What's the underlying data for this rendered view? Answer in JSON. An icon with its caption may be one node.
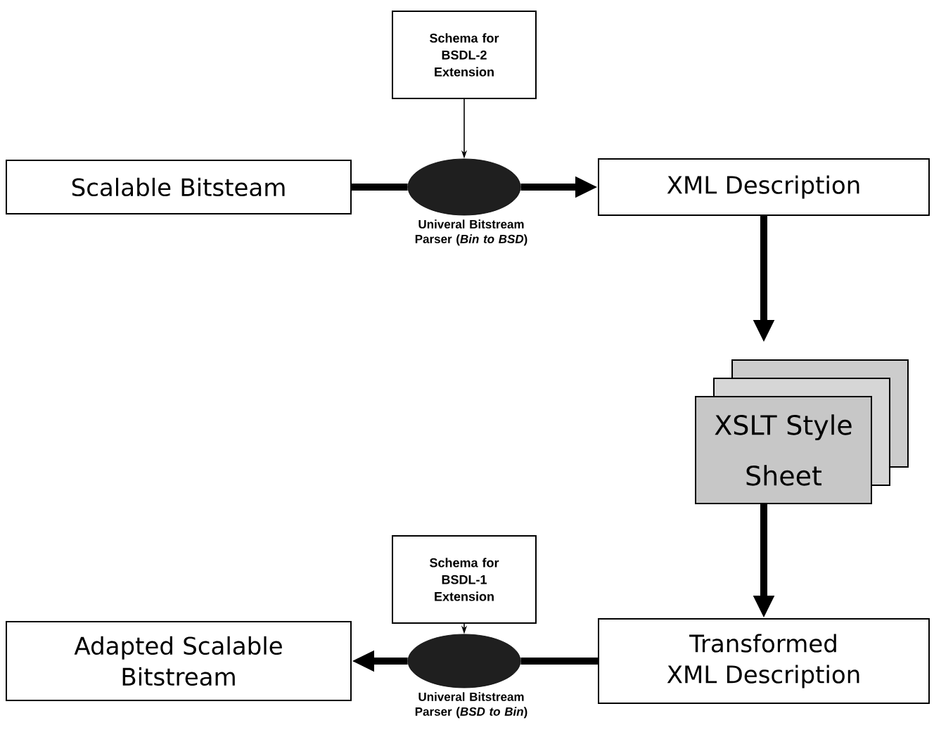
{
  "diagram": {
    "nodes": [
      {
        "text": [
          "Schema for BSDL-2 Extension"
        ]
      },
      {
        "text": [
          "Scalable Bitsteam"
        ]
      },
      {
        "text": [],
        "shape": "ellipse",
        "beside": [
          "Univeral Bitstream Parser (*Bin to BSD*)"
        ]
      },
      {
        "text": [
          "XML Description"
        ]
      },
      {
        "text": [
          "XSLT Style Sheet"
        ]
      },
      {
        "text": [
          "Schema for BSDL-1 Extension"
        ]
      },
      {
        "text": [
          "Transformed XML Description"
        ]
      },
      {
        "text": [],
        "shape": "ellipse",
        "beside": [
          "Univeral Bitstream Parser (*BSD to Bin*)"
        ]
      },
      {
        "text": [
          "Adapted Scalable Bitstream"
        ]
      }
    ],
    "edges": [
      {
        "from": 0,
        "to": 2,
        "arrow": "to"
      },
      {
        "from": 1,
        "to": 2,
        "arrow": "none"
      },
      {
        "from": 2,
        "to": 3,
        "arrow": "to"
      },
      {
        "from": 3,
        "to": 4,
        "arrow": "to"
      },
      {
        "from": 4,
        "to": 6,
        "arrow": "to"
      },
      {
        "from": 5,
        "to": 7,
        "arrow": "to"
      },
      {
        "from": 6,
        "to": 7,
        "arrow": "none"
      },
      {
        "from": 7,
        "to": 8,
        "arrow": "to"
      }
    ]
  }
}
